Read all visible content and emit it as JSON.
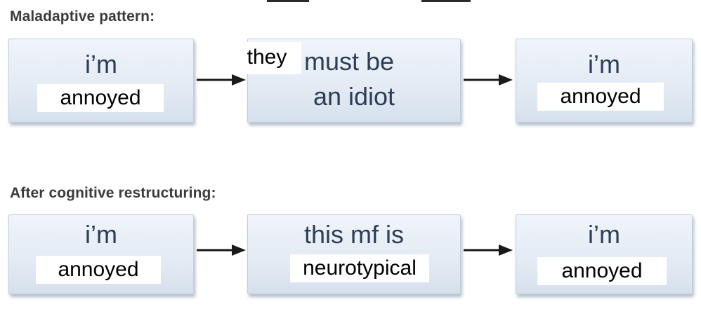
{
  "maladaptive": {
    "heading": "Maladaptive pattern:",
    "box1": {
      "line1": "i’m",
      "patch": "annoyed"
    },
    "box2": {
      "patch": "they",
      "line1": "must be",
      "line2": "an idiot"
    },
    "box3": {
      "line1": "i’m",
      "patch": "annoyed"
    }
  },
  "restructured": {
    "heading": "After cognitive restructuring:",
    "box1": {
      "line1": "i’m",
      "patch": "annoyed"
    },
    "box2": {
      "line1": "this mf is",
      "patch": "neurotypical"
    },
    "box3": {
      "line1": "i’m",
      "patch": "annoyed"
    }
  },
  "colors": {
    "box_fill": "#e4ebf4",
    "box_text": "#2c3e55",
    "heading_text": "#3b3b3b",
    "arrow": "#1a1a1a",
    "patch_fill": "#ffffff"
  },
  "icons": [
    "arrow-right-icon"
  ]
}
